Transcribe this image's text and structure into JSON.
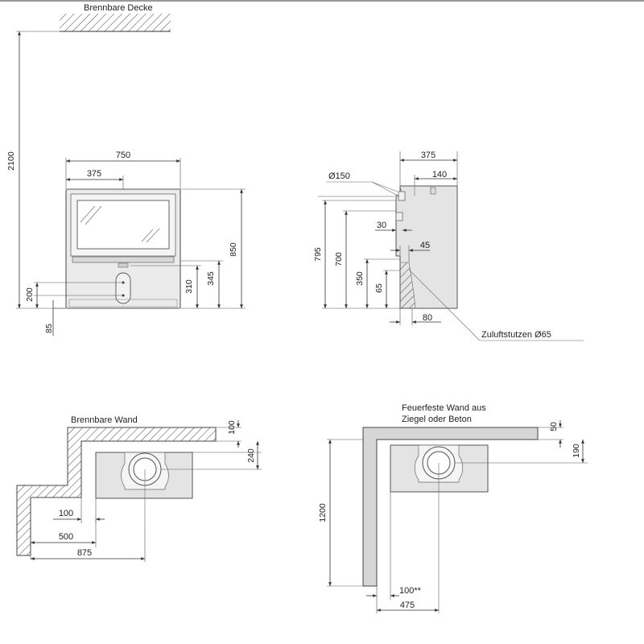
{
  "labels": {
    "ceiling": "Brennbare Decke",
    "combustible_wall": "Brennbare Wand",
    "fireproof_wall_line1": "Feuerfeste Wand aus",
    "fireproof_wall_line2": "Ziegel oder Beton",
    "air_inlet": "Zuluftstutzen Ø65",
    "flue_diameter": "Ø150"
  },
  "front_view": {
    "height_to_ceiling": "2100",
    "width": "750",
    "half_width": "375",
    "height": "850",
    "dim_345": "345",
    "dim_310": "310",
    "dim_200": "200",
    "dim_85": "85"
  },
  "side_view": {
    "depth": "375",
    "dim_140": "140",
    "dim_795": "795",
    "dim_700": "700",
    "dim_30": "30",
    "dim_45": "45",
    "dim_350": "350",
    "dim_65": "65",
    "dim_80": "80"
  },
  "plan_combustible": {
    "dim_100_top": "100",
    "dim_240": "240",
    "dim_100": "100",
    "dim_500": "500",
    "dim_875": "875"
  },
  "plan_fireproof": {
    "dim_50": "50",
    "dim_190": "190",
    "dim_1200": "1200",
    "dim_100_star": "100**",
    "dim_475": "475"
  }
}
